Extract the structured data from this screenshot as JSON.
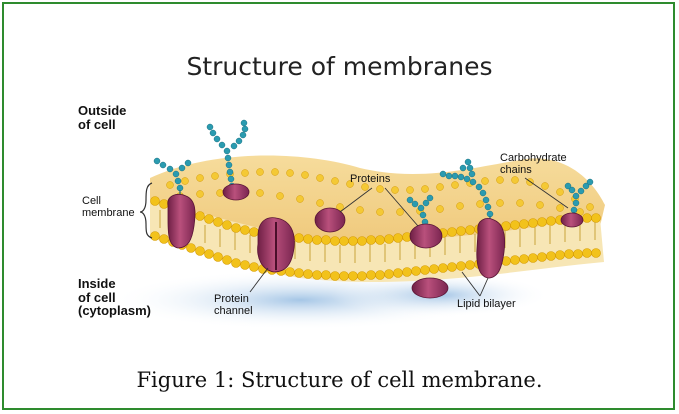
{
  "diagram": {
    "title": "Structure of membranes",
    "caption": "Figure 1: Structure of cell membrane.",
    "labels": {
      "outside_line1": "Outside",
      "outside_line2": "of cell",
      "inside_line1": "Inside",
      "inside_line2": "of cell",
      "inside_line3": "(cytoplasm)",
      "cell_membrane_line1": "Cell",
      "cell_membrane_line2": "membrane",
      "proteins": "Proteins",
      "carbohydrate_line1": "Carbohydrate",
      "carbohydrate_line2": "chains",
      "protein_channel_line1": "Protein",
      "protein_channel_line2": "channel",
      "lipid_bilayer": "Lipid bilayer"
    },
    "colors": {
      "border": "#2e8b2e",
      "membrane_fill": "#f3d28e",
      "lipid_head": "#f2c21b",
      "protein": "#9b3560",
      "carbohydrate": "#2a9bb0",
      "shadow": "#a9c9e6"
    }
  }
}
